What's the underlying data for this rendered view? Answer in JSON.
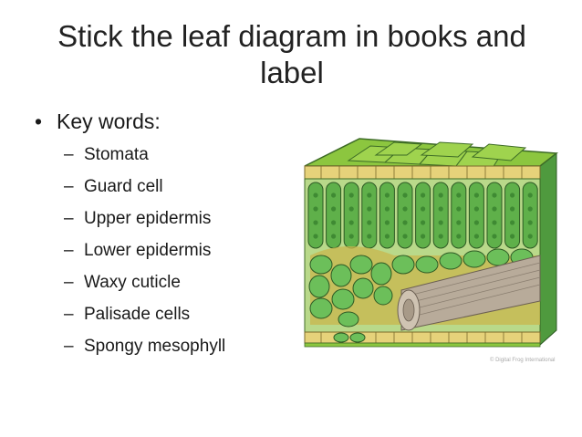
{
  "slide": {
    "title": "Stick the leaf diagram in books and label",
    "bullet": "Key words:",
    "key_words": [
      "Stomata",
      "Guard cell",
      "Upper epidermis",
      "Lower epidermis",
      "Waxy cuticle",
      "Palisade cells",
      "Spongy mesophyll"
    ],
    "image_credit": "© Digital Frog International"
  },
  "colors": {
    "cuticle_green": "#8cc63f",
    "epidermis_yellow": "#e6d27a",
    "palisade_green": "#5fb04a",
    "spongy_green": "#6cbf5a",
    "air_space_olive": "#c9b64c",
    "vein_grey": "#b8ab9a"
  }
}
